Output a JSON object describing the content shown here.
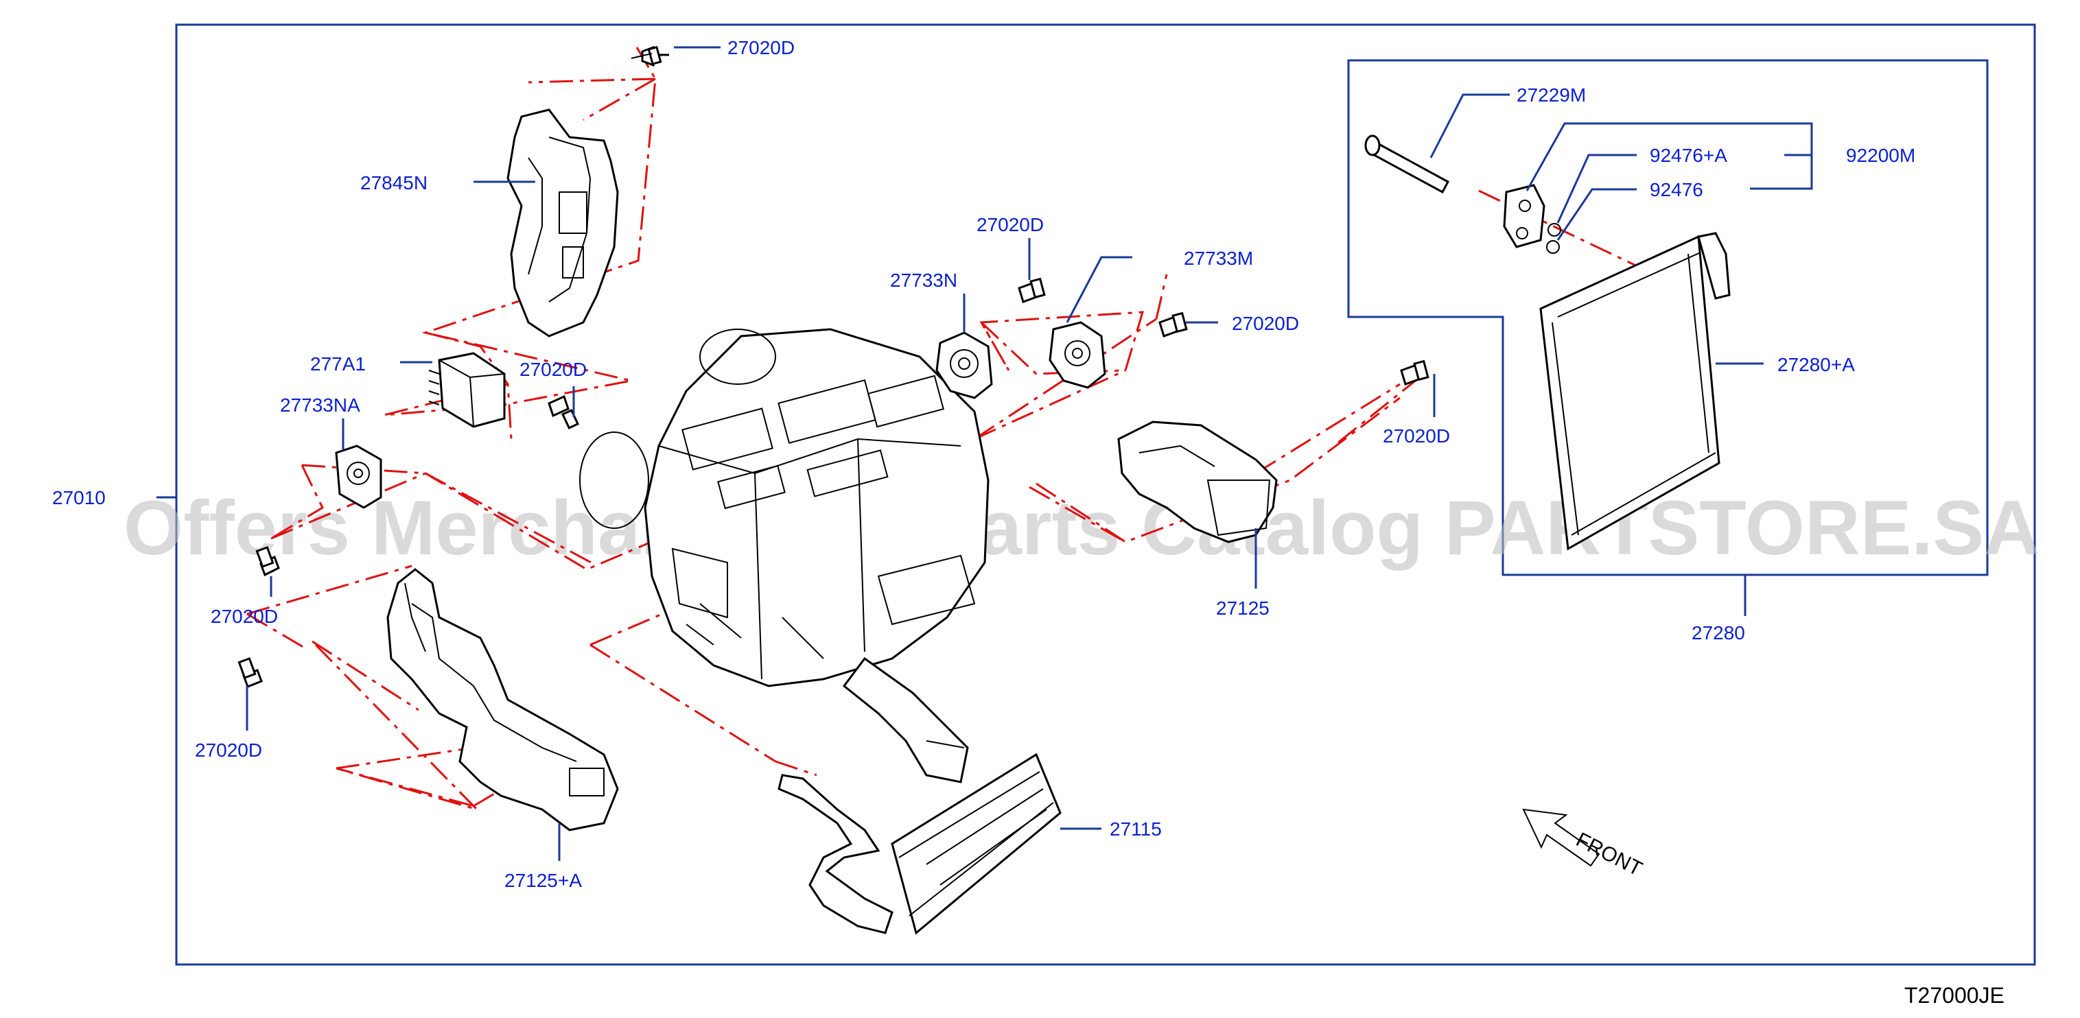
{
  "diagram": {
    "code": "T27000JE",
    "watermark": "Offers Merchant Auto Parts Catalog PARTSTORE.SA",
    "direction_label": "FRONT",
    "callouts": [
      {
        "id": "27020D_top",
        "text": "27020D"
      },
      {
        "id": "27845N",
        "text": "27845N"
      },
      {
        "id": "277A1",
        "text": "277A1"
      },
      {
        "id": "27020D_mid",
        "text": "27020D"
      },
      {
        "id": "27733NA",
        "text": "27733NA"
      },
      {
        "id": "27010",
        "text": "27010"
      },
      {
        "id": "27020D_left1",
        "text": "27020D"
      },
      {
        "id": "27020D_left2",
        "text": "27020D"
      },
      {
        "id": "27125A",
        "text": "27125+A"
      },
      {
        "id": "27020D_c",
        "text": "27020D"
      },
      {
        "id": "27733N",
        "text": "27733N"
      },
      {
        "id": "27733M",
        "text": "27733M"
      },
      {
        "id": "27020D_r",
        "text": "27020D"
      },
      {
        "id": "27020D_rr",
        "text": "27020D"
      },
      {
        "id": "27125",
        "text": "27125"
      },
      {
        "id": "27115",
        "text": "27115"
      },
      {
        "id": "27229M",
        "text": "27229M"
      },
      {
        "id": "92476A",
        "text": "92476+A"
      },
      {
        "id": "92476",
        "text": "92476"
      },
      {
        "id": "92200M",
        "text": "92200M"
      },
      {
        "id": "27280A",
        "text": "27280+A"
      },
      {
        "id": "27280",
        "text": "27280"
      }
    ],
    "colors": {
      "callout": "#0a1fd0",
      "frame": "#1a3a9a",
      "phantom_line": "#e01010",
      "line_art": "#000000"
    }
  }
}
